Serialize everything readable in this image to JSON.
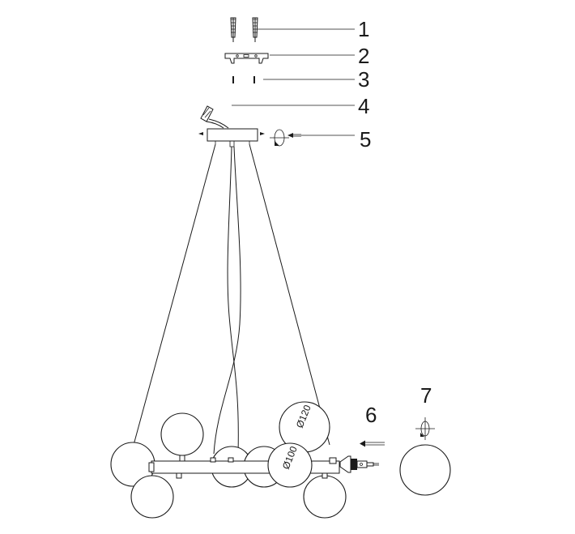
{
  "callouts": [
    {
      "id": "1",
      "label": "1"
    },
    {
      "id": "2",
      "label": "2"
    },
    {
      "id": "3",
      "label": "3"
    },
    {
      "id": "4",
      "label": "4"
    },
    {
      "id": "5",
      "label": "5"
    },
    {
      "id": "6",
      "label": "6"
    },
    {
      "id": "7",
      "label": "7"
    }
  ],
  "dimensions": {
    "large_globe": "Ø120",
    "small_globe": "Ø100"
  },
  "colors": {
    "line": "#1a1a1a",
    "background": "#ffffff"
  }
}
